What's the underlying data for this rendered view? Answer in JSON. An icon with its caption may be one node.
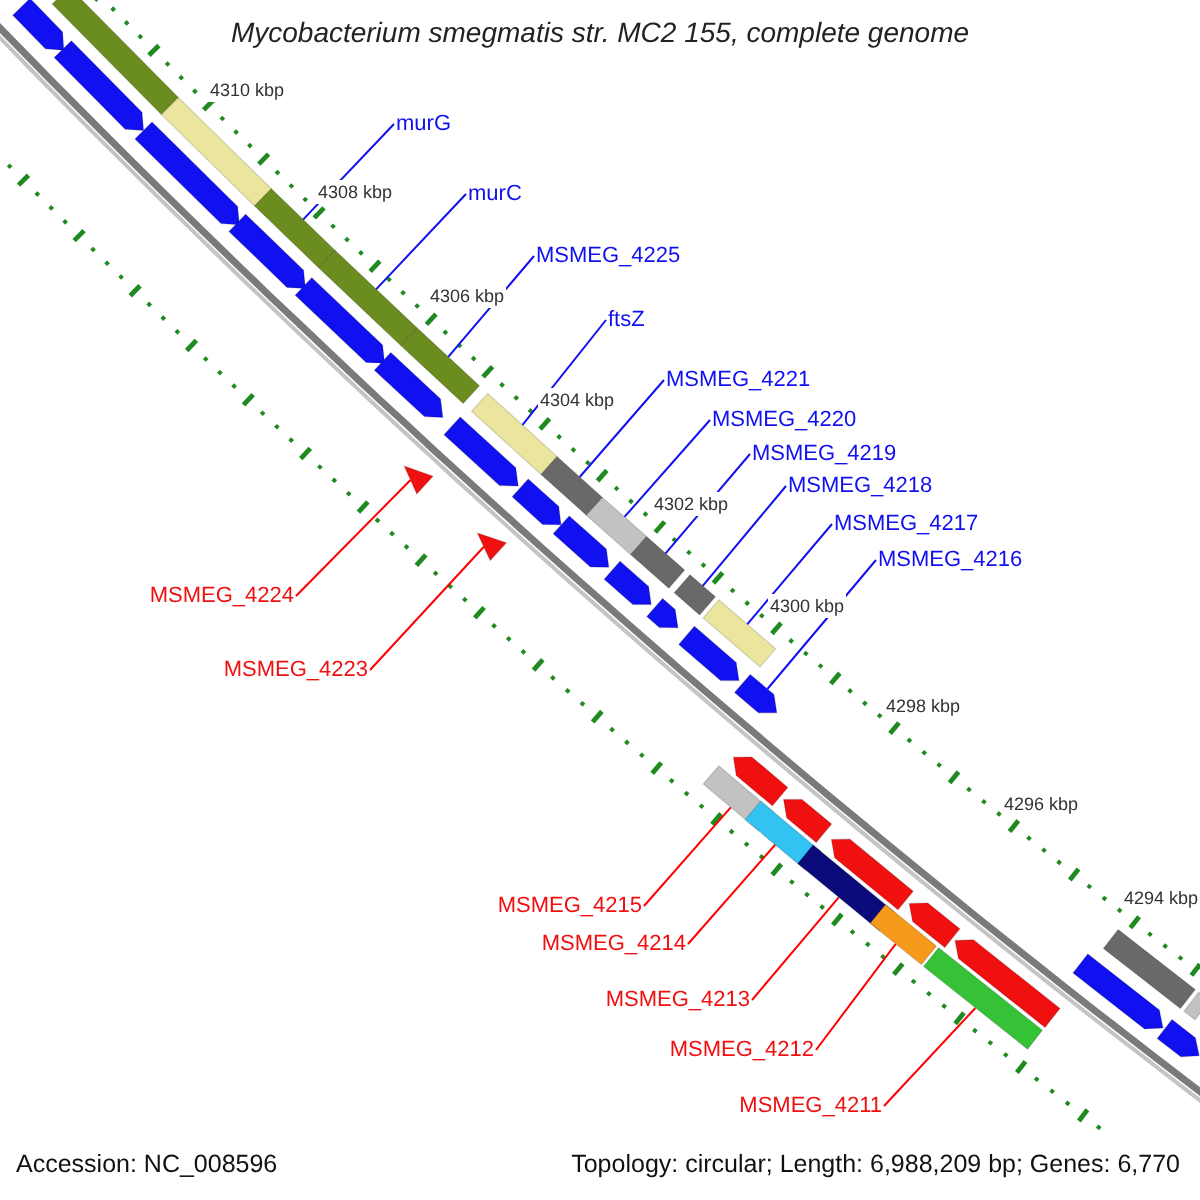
{
  "diagram": {
    "title": "Mycobacterium smegmatis str. MC2 155, complete genome",
    "nodes": [
      {
        "text": [
          "murG"
        ]
      },
      {
        "text": [
          "murC"
        ]
      },
      {
        "text": [
          "MSMEG_4225"
        ]
      },
      {
        "text": [
          "ftsZ"
        ]
      },
      {
        "text": [
          "MSMEG_4221"
        ]
      },
      {
        "text": [
          "MSMEG_4220"
        ]
      },
      {
        "text": [
          "MSMEG_4219"
        ]
      },
      {
        "text": [
          "MSMEG_4218"
        ]
      },
      {
        "text": [
          "MSMEG_4217"
        ]
      },
      {
        "text": [
          "MSMEG_4216"
        ]
      },
      {
        "text": [
          "MSMEG_4224"
        ]
      },
      {
        "text": [
          "MSMEG_4223"
        ]
      },
      {
        "text": [
          "MSMEG_4215"
        ]
      },
      {
        "text": [
          "MSMEG_4214"
        ]
      },
      {
        "text": [
          "MSMEG_4213"
        ]
      },
      {
        "text": [
          "MSMEG_4212"
        ]
      },
      {
        "text": [
          "MSMEG_4211"
        ]
      },
      {
        "text": [],
        "shape": "bar"
      },
      {
        "text": [],
        "shape": "bar"
      },
      {
        "text": [],
        "shape": "bar"
      },
      {
        "text": [],
        "shape": "bar"
      },
      {
        "text": [],
        "shape": "bar"
      },
      {
        "text": [],
        "shape": "bar"
      },
      {
        "text": [],
        "shape": "bar"
      },
      {
        "text": [],
        "shape": "bar"
      },
      {
        "text": [],
        "shape": "bar"
      },
      {
        "text": [],
        "shape": "arrow"
      },
      {
        "text": [],
        "shape": "triangle"
      },
      {
        "text": [],
        "shape": "triangle"
      },
      {
        "text": [],
        "shape": "bar"
      },
      {
        "text": [],
        "shape": "bar"
      },
      {
        "text": [],
        "shape": "bar"
      },
      {
        "text": [],
        "shape": "bar"
      },
      {
        "text": [],
        "shape": "bar"
      },
      {
        "text": [],
        "shape": "bar"
      },
      {
        "text": [],
        "shape": "bar"
      },
      {
        "text": [],
        "shape": "bar"
      },
      {
        "text": [],
        "shape": "bar"
      },
      {
        "text": [],
        "shape": "arrow"
      },
      {
        "text": [],
        "shape": "arrow"
      },
      {
        "text": [],
        "shape": "arrow"
      },
      {
        "text": [],
        "shape": "arrow"
      },
      {
        "text": [],
        "shape": "arrow"
      },
      {
        "text": [],
        "shape": "arrow"
      },
      {
        "text": [],
        "shape": "arrow"
      },
      {
        "text": [],
        "shape": "arrow"
      },
      {
        "text": [],
        "shape": "arrow"
      },
      {
        "text": [],
        "shape": "arrow"
      },
      {
        "text": [],
        "shape": "arrow"
      },
      {
        "text": [],
        "shape": "arrow"
      },
      {
        "text": [],
        "shape": "arrow"
      },
      {
        "text": [],
        "shape": "arrow"
      },
      {
        "text": [],
        "shape": "arrow"
      },
      {
        "text": [],
        "shape": "arrow"
      },
      {
        "text": [],
        "shape": "arrow"
      },
      {
        "text": [],
        "shape": "arrow"
      },
      {
        "text": [],
        "shape": "arrow"
      }
    ],
    "edges": [
      {
        "from": 0,
        "to": 17,
        "arrow": "none"
      },
      {
        "from": 1,
        "to": 18,
        "arrow": "none"
      },
      {
        "from": 2,
        "to": 19,
        "arrow": "none"
      },
      {
        "from": 3,
        "to": 20,
        "arrow": "none"
      },
      {
        "from": 4,
        "to": 21,
        "arrow": "none"
      },
      {
        "from": 5,
        "to": 22,
        "arrow": "none"
      },
      {
        "from": 6,
        "to": 23,
        "arrow": "none"
      },
      {
        "from": 7,
        "to": 24,
        "arrow": "none"
      },
      {
        "from": 8,
        "to": 25,
        "arrow": "none"
      },
      {
        "from": 9,
        "to": 26,
        "arrow": "none"
      },
      {
        "from": 10,
        "to": 27,
        "arrow": "none",
        "color": "#ff0000"
      },
      {
        "from": 11,
        "to": 28,
        "arrow": "none",
        "color": "#ff0000"
      },
      {
        "from": 12,
        "to": 29,
        "arrow": "none",
        "color": "#ff0000"
      },
      {
        "from": 13,
        "to": 30,
        "arrow": "none",
        "color": "#ff0000"
      },
      {
        "from": 14,
        "to": 31,
        "arrow": "none",
        "color": "#ff0000"
      },
      {
        "from": 15,
        "to": 32,
        "arrow": "none",
        "color": "#ff0000"
      },
      {
        "from": 16,
        "to": 33,
        "arrow": "none",
        "color": "#ff0000"
      }
    ],
    "labels": [
      "4310 kbp",
      "4308 kbp",
      "4306 kbp",
      "4304 kbp",
      "4302 kbp",
      "4300 kbp",
      "4298 kbp",
      "4296 kbp",
      "4294 kbp",
      "Accession: NC_008596",
      "Topology: circular; Length: 6,988,209 bp; Genes: 6,770"
    ]
  }
}
